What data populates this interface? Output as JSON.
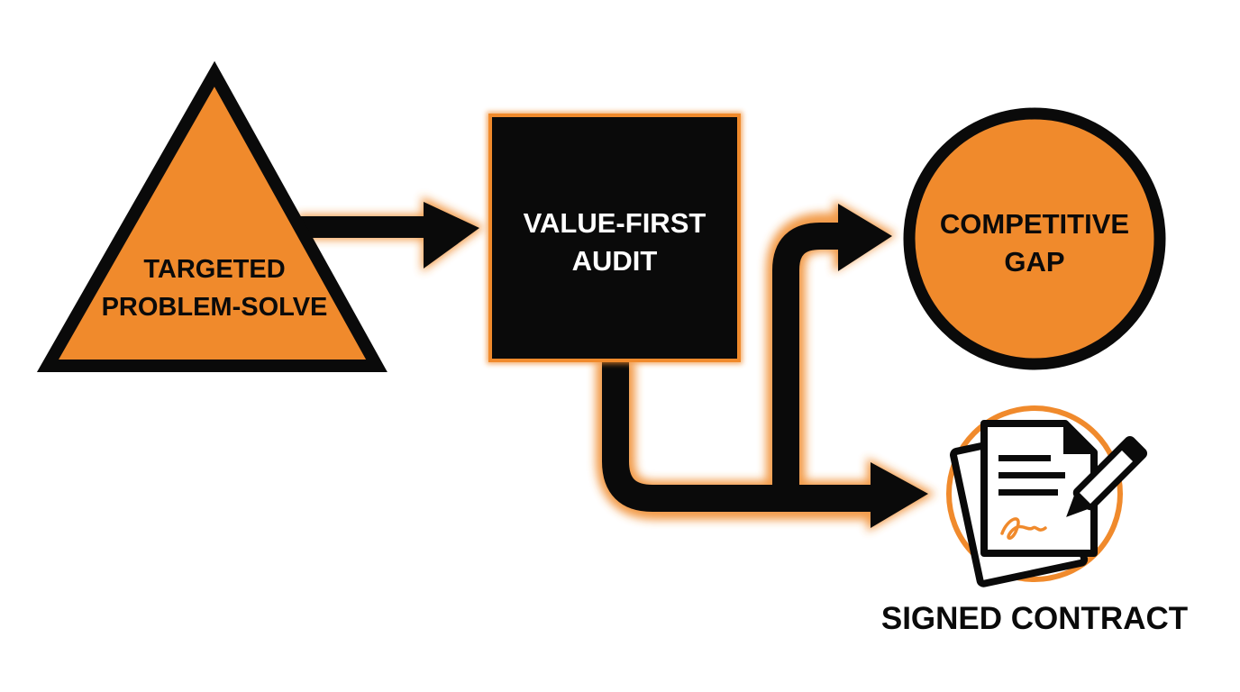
{
  "nodes": {
    "problem_solve": {
      "line1": "TARGETED",
      "line2": "PROBLEM-SOLVE"
    },
    "audit": {
      "line1": "VALUE-FIRST",
      "line2": "AUDIT"
    },
    "gap": {
      "line1": "COMPETITIVE",
      "line2": "GAP"
    },
    "contract": {
      "label": "SIGNED CONTRACT",
      "icon": "signed-document-pen-icon"
    }
  },
  "colors": {
    "accent": "#F08A2C",
    "ink": "#0A0A0A",
    "background": "#FFFFFF"
  }
}
